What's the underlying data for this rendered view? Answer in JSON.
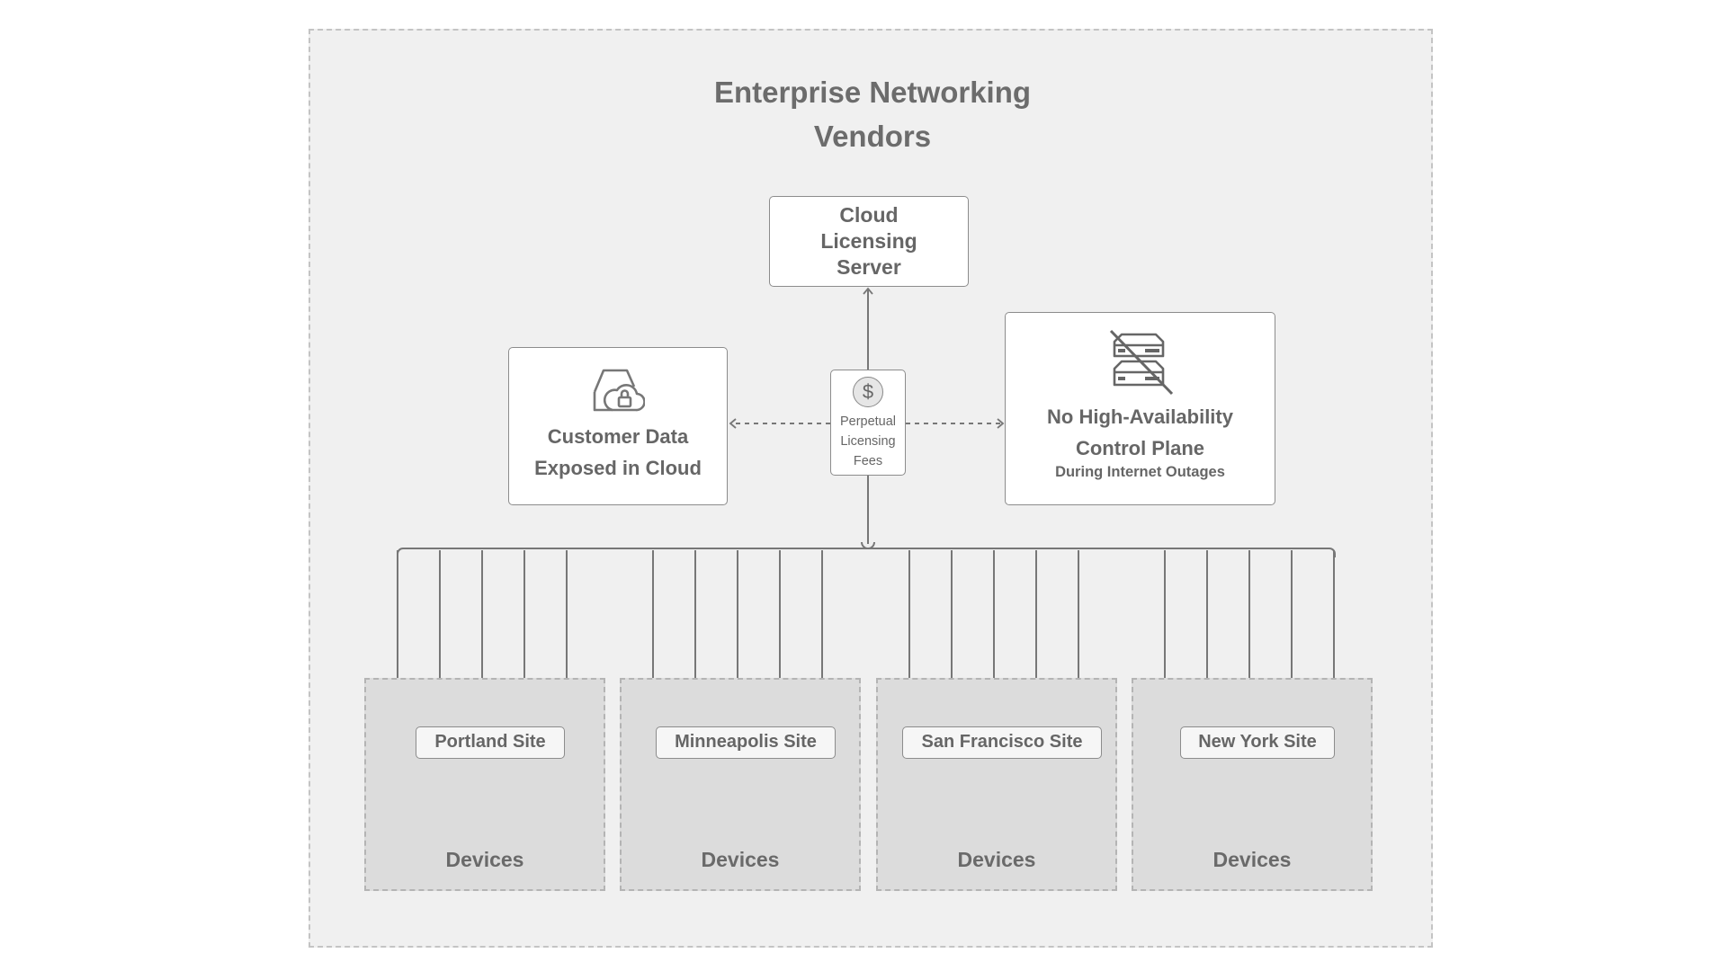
{
  "title": "Enterprise Networking\nVendors",
  "server": {
    "label": "Cloud\nLicensing\nServer"
  },
  "fee": {
    "icon": "dollar-icon",
    "symbol": "$",
    "label": "Perpetual\nLicensing\nFees"
  },
  "data_box": {
    "icon": "cloud-lock-icon",
    "label": "Customer Data\nExposed in Cloud"
  },
  "ha_box": {
    "icon": "crossed-server-icon",
    "label": "No High-Availability\nControl Plane",
    "sublabel": "During Internet Outages"
  },
  "sites": [
    {
      "name": "Portland Site",
      "devices_label": "Devices",
      "device_count": 5
    },
    {
      "name": "Minneapolis Site",
      "devices_label": "Devices",
      "device_count": 5
    },
    {
      "name": "San Francisco Site",
      "devices_label": "Devices",
      "device_count": 5
    },
    {
      "name": "New York Site",
      "devices_label": "Devices",
      "device_count": 5
    }
  ],
  "colors": {
    "frame_bg": "#f0f0f0",
    "site_bg": "#dcdcdc",
    "line": "#7a7a7a",
    "device": "#606060"
  }
}
